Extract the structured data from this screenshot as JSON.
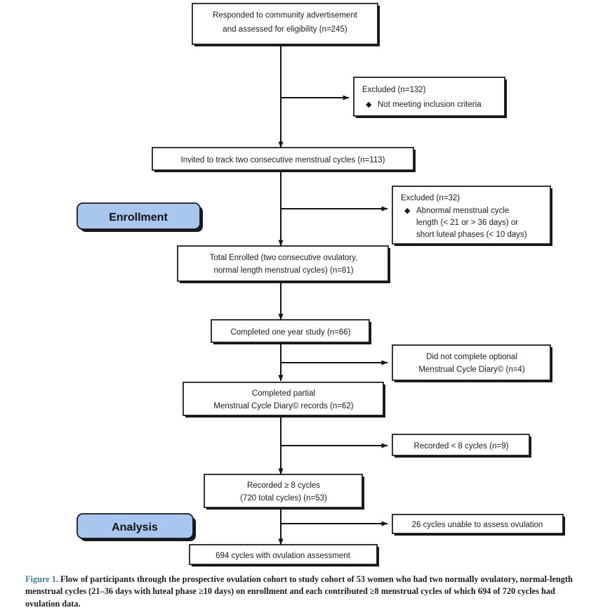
{
  "figure": {
    "caption_label": "Figure 1.",
    "caption_body": " Flow of participants through the prospective ovulation cohort to study cohort of 53 women who had two normally ovulatory, normal-length menstrual cycles (21–36 days with luteal phase ≥10 days) on enrollment and each contributed ≥8 menstrual cycles of which 694 of 720 cycles had ovulation data.",
    "label_color": "#3f8290"
  },
  "palette": {
    "stage_fill": "#a9c6ef",
    "box_fill": "#ffffff",
    "line": "#141414",
    "text": "#1b1b1b"
  },
  "stages": [
    {
      "id": "enrollment",
      "label": "Enrollment"
    },
    {
      "id": "analysis",
      "label": "Analysis"
    }
  ],
  "nodes": {
    "responded": {
      "lines": [
        {
          "text": "Responded to community advertisement",
          "bold_tail": ""
        },
        {
          "text": "and assessed for eligibility ",
          "bold_tail": "(n=245)"
        }
      ],
      "line1": "Responded to community advertisement",
      "line2a": "and assessed for eligibility ",
      "line2b": "(n=245)"
    },
    "excluded1": {
      "title": "Excluded ",
      "title_bold": "(n=132)",
      "bullet1": "Not meeting inclusion criteria"
    },
    "invited": {
      "text": "Invited to track two consecutive menstrual cycles ",
      "text_bold": "(n=113)"
    },
    "excluded2": {
      "title": "Excluded ",
      "title_bold": "(n=32)",
      "bullet1a": "Abnormal menstrual cycle",
      "bullet1b": "length (< 21 or > 36 days) or",
      "bullet1c": "short luteal phases (< 10 days)"
    },
    "enrolled": {
      "line1": "Total Enrolled (two consecutive ovulatory,",
      "line2a": "normal length menstrual cycles) ",
      "line2b": "(n=81)"
    },
    "completed_year": {
      "text": "Completed one year study ",
      "text_bold": "(n=66)"
    },
    "not_complete_diary": {
      "line1": "Did not complete optional",
      "line2a": "Menstrual Cycle Diary© ",
      "line2b": "(n=4)"
    },
    "partial_diary": {
      "line1": "Completed partial",
      "line2a": "Menstrual Cycle Diary© records ",
      "line2b": "(n=62)"
    },
    "recorded_lt8": {
      "text": "Recorded < 8 cycles ",
      "text_bold": "(n=9)"
    },
    "recorded_ge8": {
      "line1": "Recorded ≥ 8 cycles",
      "line2a": "(720 total cycles) ",
      "line2b": "(n=53)"
    },
    "unable_assess": {
      "text": "26 cycles unable to assess ovulation"
    },
    "final": {
      "text": "694 cycles with ovulation assessment"
    }
  }
}
